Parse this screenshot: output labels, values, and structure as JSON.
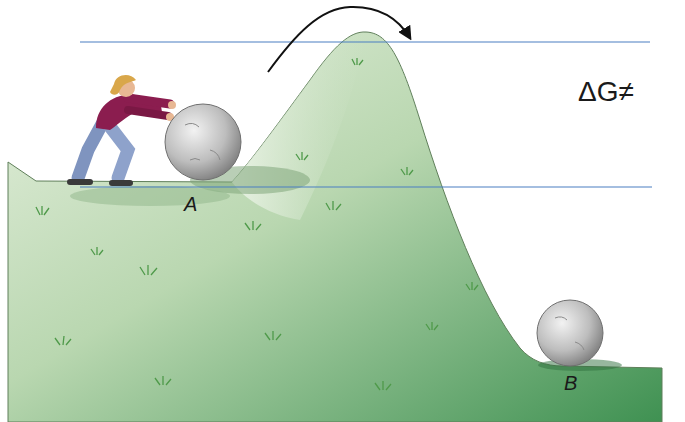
{
  "diagram": {
    "labels": [
      "ΔG≠",
      "A",
      "B"
    ]
  }
}
